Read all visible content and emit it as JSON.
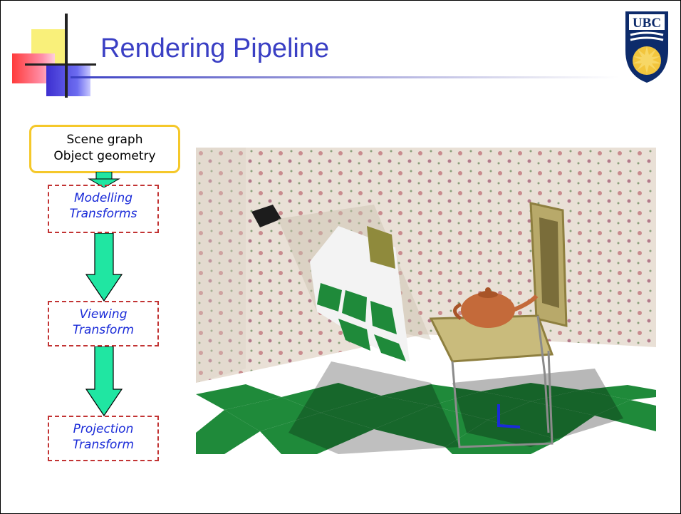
{
  "slide": {
    "title": "Rendering Pipeline",
    "logo_text": "UBC"
  },
  "pipeline": {
    "scene_box": {
      "line1": "Scene graph",
      "line2": "Object geometry"
    },
    "stages": [
      {
        "line1": "Modelling",
        "line2": "Transforms"
      },
      {
        "line1": "Viewing",
        "line2": "Transform"
      },
      {
        "line1": "Projection",
        "line2": "Transform"
      }
    ]
  },
  "colors": {
    "title": "#3a3fc4",
    "stage_text": "#1a2bd8",
    "stage_border": "#c23434",
    "scene_border": "#f5c82a",
    "arrow_fill": "#20e6a2"
  },
  "image": {
    "description_icon": "3d-scene-teapot-chair-icon"
  }
}
